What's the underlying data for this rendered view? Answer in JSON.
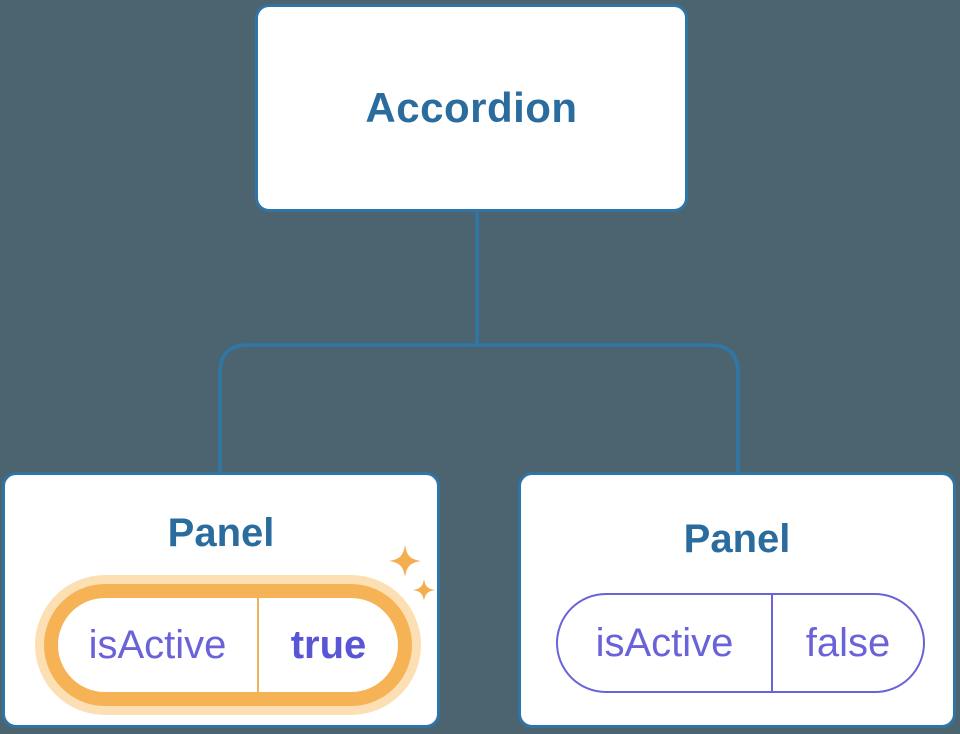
{
  "diagram": {
    "description": "React component tree diagram: Accordion parent with two Panel children holding isActive state",
    "root": {
      "label": "Accordion"
    },
    "panels": [
      {
        "title": "Panel",
        "state_key": "isActive",
        "state_value": "true",
        "highlighted": true
      },
      {
        "title": "Panel",
        "state_key": "isActive",
        "state_value": "false",
        "highlighted": false
      }
    ],
    "icons": {
      "sparkles": "sparkles-icon (two four-pointed stars marking changed state)"
    },
    "colors": {
      "background": "#4b6470",
      "node_fill": "#ffffff",
      "node_border": "#2f74a4",
      "node_label": "#2b6c9e",
      "connector": "#2f77a6",
      "state_text": "#6a62d8",
      "state_value_active": "#5a55d6",
      "state_pill_inactive_border": "#6a62d8",
      "highlight_orange": "#f6b355",
      "highlight_glow": "#fcdfb2"
    }
  }
}
